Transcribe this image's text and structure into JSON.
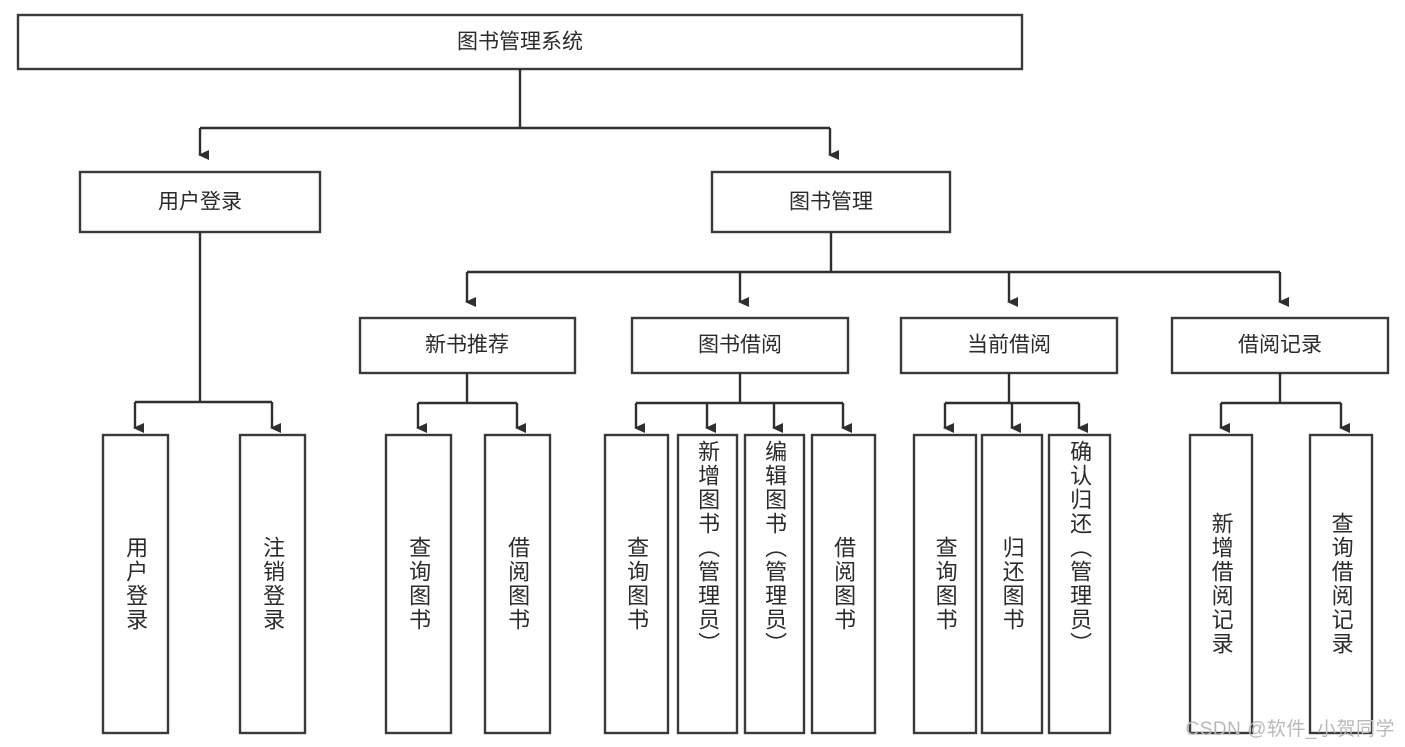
{
  "diagram": {
    "type": "tree-hierarchy-chart",
    "title": "图书管理系统",
    "watermark": "CSDN @软件_小贺同学",
    "root": {
      "label": "图书管理系统",
      "orientation": "horizontal"
    },
    "level2": [
      {
        "label": "用户登录",
        "orientation": "horizontal"
      },
      {
        "label": "图书管理",
        "orientation": "horizontal"
      }
    ],
    "level3": [
      {
        "label": "新书推荐",
        "orientation": "horizontal"
      },
      {
        "label": "图书借阅",
        "orientation": "horizontal"
      },
      {
        "label": "当前借阅",
        "orientation": "horizontal"
      },
      {
        "label": "借阅记录",
        "orientation": "horizontal"
      }
    ],
    "leaves": {
      "user_login": [
        {
          "label": "用户登录",
          "orientation": "vertical"
        },
        {
          "label": "注销登录",
          "orientation": "vertical"
        }
      ],
      "new_book_recommend": [
        {
          "label": "查询图书",
          "orientation": "vertical"
        },
        {
          "label": "借阅图书",
          "orientation": "vertical"
        }
      ],
      "book_borrow": [
        {
          "label": "查询图书",
          "orientation": "vertical"
        },
        {
          "label": "新增图书（管理员）",
          "orientation": "vertical"
        },
        {
          "label": "编辑图书（管理员）",
          "orientation": "vertical"
        },
        {
          "label": "借阅图书",
          "orientation": "vertical"
        }
      ],
      "current_borrow": [
        {
          "label": "查询图书",
          "orientation": "vertical"
        },
        {
          "label": "归还图书",
          "orientation": "vertical"
        },
        {
          "label": "确认归还（管理员）",
          "orientation": "vertical"
        }
      ],
      "borrow_record": [
        {
          "label": "新增借阅记录",
          "orientation": "vertical"
        },
        {
          "label": "查询借阅记录",
          "orientation": "vertical"
        }
      ]
    },
    "colors": {
      "box_fill": "#ffffff",
      "box_stroke": "#3a3a3a",
      "connector": "#2f2f2f",
      "text": "#2b2b2b",
      "watermark": "#b9b9b9",
      "background": "#ffffff"
    }
  }
}
